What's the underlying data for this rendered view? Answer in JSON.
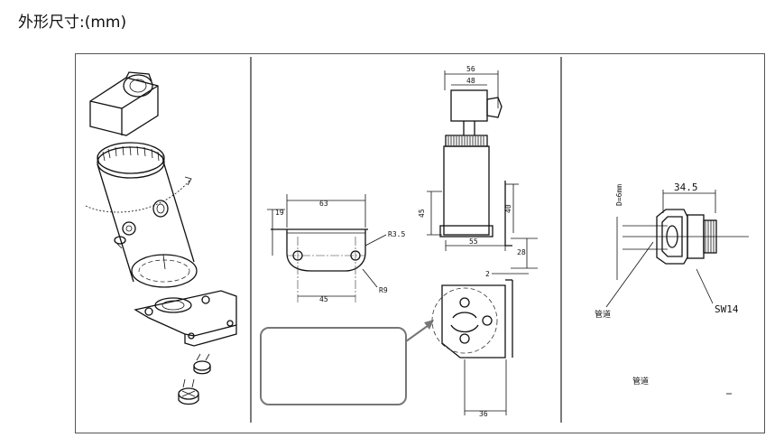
{
  "heading": "外形尺寸:(mm)",
  "bracket": {
    "width_63": "63",
    "hole_spacing_45": "45",
    "height_19": "19",
    "hole_radius": "R3.5",
    "corner_radius": "R9"
  },
  "sensor": {
    "top_width_56": "56",
    "plug_width_48": "48",
    "body_height_45": "45",
    "height_40": "40",
    "base_width_55": "55",
    "bracket_height_28": "28",
    "thickness_2": "2",
    "hole_center_36": "36"
  },
  "fitting": {
    "tube_label": "D=6mm",
    "length_label": "34.5",
    "wrench_label": "SW14",
    "pipe_label_1": "管道",
    "pipe_label_2": "管道"
  }
}
